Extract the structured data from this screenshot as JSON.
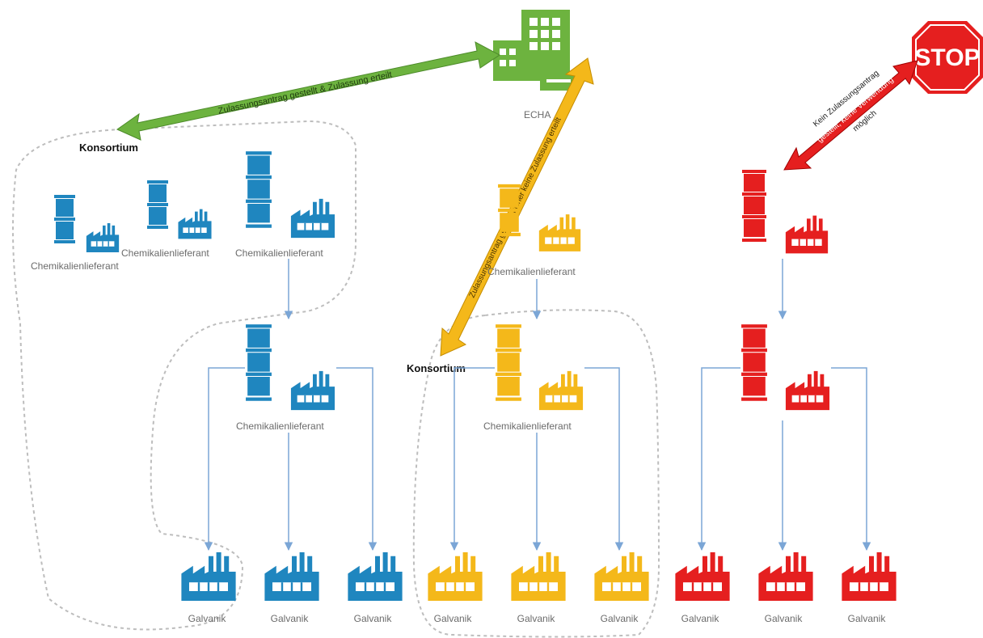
{
  "echa": {
    "label": "ECHA"
  },
  "stop": {
    "label": "STOP"
  },
  "arrows": {
    "green": "Zulassungsantrag gestellt & Zulassung erteilt",
    "yellow": "Zulassungsantrag gestellt bisher keine Zulassung erteilt",
    "red_line1": "Kein Zulassungsantrag",
    "red_line2": "gestellt, keine Verwendung",
    "red_line3": "möglich"
  },
  "consortium": {
    "blue": "Konsortium",
    "yellow": "Konsortium"
  },
  "labels": {
    "supplier": "Chemikalienlieferant",
    "supplier_yellow_top": "Chemikalienlieferant",
    "galvanik": "Galvanik"
  },
  "colors": {
    "blue": "#1f86bf",
    "yellow": "#f4b81a",
    "red": "#e51f1f",
    "green": "#6db33f",
    "arrow_line": "#7ba6d6",
    "dash": "#bcbcbc"
  }
}
